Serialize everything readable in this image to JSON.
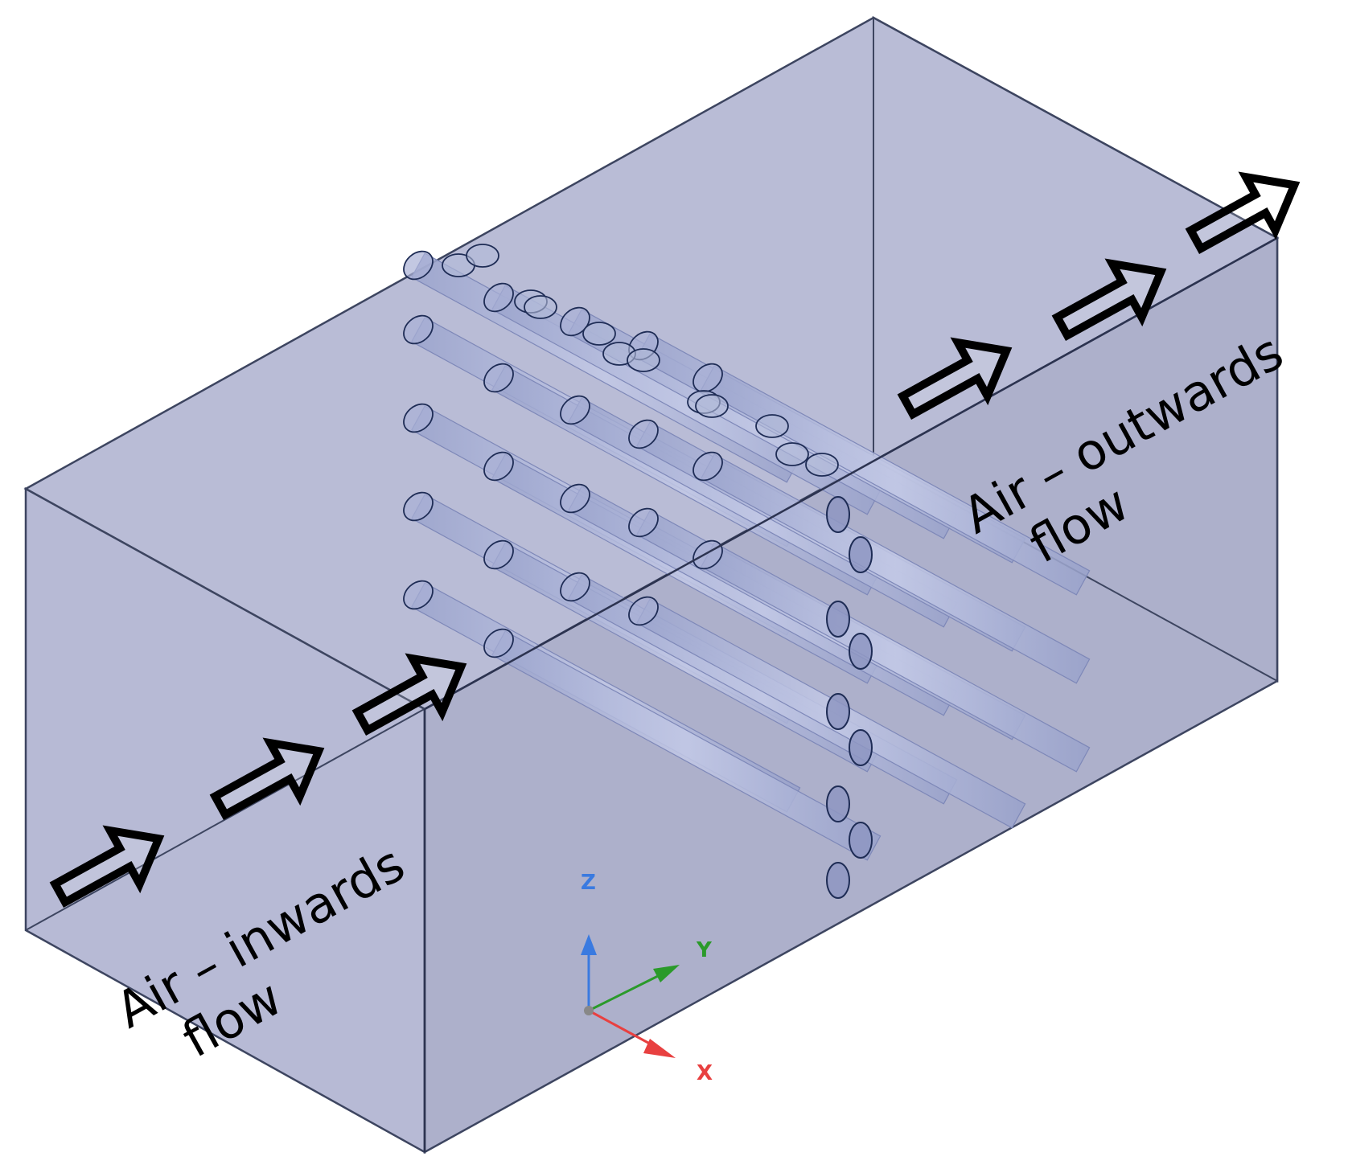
{
  "labels": {
    "inward_line1": "Air – inwards",
    "inward_line2": "flow",
    "outward_line1": "Air – outwards",
    "outward_line2": "flow"
  },
  "triad": {
    "x": "X",
    "y": "Y",
    "z": "Z"
  },
  "colors": {
    "box_fill": "#b4b7d0",
    "box_edge": "#3d4560",
    "tube_fill": "#a9b1d6",
    "tube_edge": "#1e2c55",
    "arrow_stroke": "#000000",
    "axis_x": "#e84040",
    "axis_y": "#2a9a2a",
    "axis_z": "#3a7ae0"
  },
  "icons": {
    "arrow": "hollow-right-arrow-icon",
    "triad": "xyz-axis-triad-icon"
  }
}
